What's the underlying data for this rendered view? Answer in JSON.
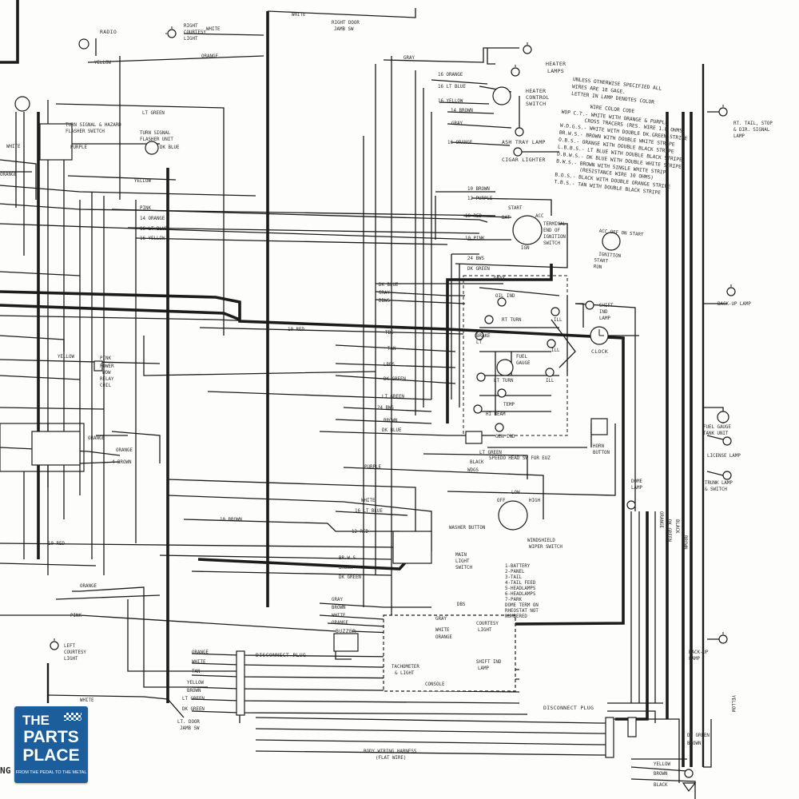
{
  "logo": {
    "word_1": "THE",
    "word_2": "PARTS",
    "word_3": "PLACE",
    "tagline": "FROM THE PEDAL TO THE METAL"
  },
  "legend": {
    "note": [
      "UNLESS OTHERWISE SPECIFIED ALL",
      "WIRES ARE 18 GAGE.",
      "LETTER IN LAMP DENOTES COLOR"
    ],
    "heading": "WIRE COLOR CODE",
    "codes": [
      "WOP C.T.- WHITE WITH ORANGE & PURPLE",
      "CROSS TRACERS (RES. WIRE 1.8 OHMS)",
      "W.D.G.S.- WHITE WITH DOUBLE DK.GREEN STRIPE",
      "BR.W.S.- BROWN WITH DOUBLE WHITE STRIPE",
      "O.B.S.- ORANGE WITH DOUBLE BLACK STRIPE",
      "L.B.B.S.- LT BLUE WITH DOUBLE BLACK STRIPE",
      "D.B.W.S.- DK BLUE WITH DOUBLE WHITE STRIPE",
      "B.W.S.- BROWN WITH SINGLE WHITE STRIPE",
      "(RESISTANCE WIRE 10 OHMS)",
      "B.O.S.- BLACK WITH DOUBLE ORANGE STRIPE",
      "T.B.S.- TAN WITH DOUBLE BLACK STRIPE"
    ]
  },
  "ignition_legend": [
    "ACC OFF ON START",
    "IGNITION",
    "START",
    "RUN"
  ],
  "components": {
    "radio": "RADIO",
    "right_courtesy": [
      "RIGHT",
      "COURTESY",
      "LIGHT"
    ],
    "right_door": [
      "RIGHT DOOR",
      "JAMB SW"
    ],
    "heater_lamps": [
      "HEATER",
      "LAMPS"
    ],
    "heater_switch": [
      "HEATER",
      "CONTROL",
      "SWITCH"
    ],
    "ash_tray": "ASH TRAY LAMP",
    "cigar": "CIGAR LIGHTER",
    "flasher_switch": [
      "TURN SIGNAL & HAZARD",
      "FLASHER SWITCH"
    ],
    "flasher_unit": [
      "TURN SIGNAL",
      "FLASHER UNIT"
    ],
    "ignition_switch": [
      "TERMINAL",
      "END OF",
      "IGNITION",
      "SWITCH"
    ],
    "ign_terms": [
      "START",
      "BAT",
      "ACC",
      "IGN"
    ],
    "rt_tail": [
      "RT. TAIL, STOP",
      "& DIR. SIGNAL",
      "LAMP"
    ],
    "backup_lamp": "BACK-UP LAMP",
    "backup_lamp_2": [
      "BACK-UP",
      "LAMP"
    ],
    "oil_ind": "OIL IND",
    "rt_turn": "RT TURN",
    "brake_lt": [
      "BRAKE",
      "LT"
    ],
    "fuel_gauge": [
      "FUEL",
      "GAUGE"
    ],
    "lt_turn": "LT TURN",
    "temp": "TEMP",
    "hi_beam": "HI BEAM",
    "gen_ind": "GEN IND",
    "ill": "ILL",
    "shift_ind": [
      "SHIFT",
      "IND",
      "LAMP"
    ],
    "clock": "CLOCK",
    "horn_button": [
      "HORN",
      "BUTTON"
    ],
    "fuel_tank": [
      "FUEL GAUGE",
      "TANK UNIT"
    ],
    "license_lamp": "LICENSE LAMP",
    "trunk_lamp": [
      "TRUNK LAMP",
      "& SWITCH"
    ],
    "dome_lamp": [
      "DOME",
      "LAMP"
    ],
    "speedo": "SPEEDO HEAD SW FOR EUZ",
    "washer": "WASHER BUTTON",
    "wiper": [
      "WINDSHIELD",
      "WIPER SWITCH"
    ],
    "wiper_pos": [
      "OFF",
      "LOW",
      "HIGH"
    ],
    "main_light": [
      "MAIN",
      "LIGHT",
      "SWITCH"
    ],
    "light_terms": [
      "1-BATTERY",
      "2-PANEL",
      "3-TAIL",
      "4-TAIL FEED",
      "5-HEADLAMPS",
      "6-HEADLAMPS",
      "7-PARK",
      "DOME TERM ON",
      "RHEOSTAT NOT",
      "NUMBERED"
    ],
    "buzzer": "BUZZER",
    "courtesy_light": [
      "COURTESY",
      "LIGHT"
    ],
    "shift_ind_console": [
      "SHIFT IND",
      "LAMP"
    ],
    "tachometer": [
      "TACHOMETER",
      "& LIGHT"
    ],
    "console": "CONSOLE",
    "left_courtesy": [
      "LEFT",
      "COURTESY",
      "LIGHT"
    ],
    "lt_door": [
      "LT. DOOR",
      "JAMB SW"
    ],
    "disconnect_1": "DISCONNECT PLUG",
    "disconnect_2": "DISCONNECT PLUG",
    "body_harness": [
      "BODY WIRING HARNESS",
      "(FLAT WIRE)"
    ],
    "power_relay": [
      "PINK",
      "POWER",
      "WOW",
      "RELAY",
      "COIL"
    ]
  },
  "wire_labels": {
    "top": [
      "WHITE",
      "ORANGE",
      "YELLOW",
      "GRAY",
      "WHITE"
    ],
    "upper_left": [
      "LT GREEN",
      "PURPLE",
      "DK BLUE",
      "YELLOW",
      "ORANGE",
      "WHITE"
    ],
    "heater": [
      "16 ORANGE",
      "16 LT BLUE",
      "16 YELLOW",
      "14 BROWN",
      "GRAY",
      "16 ORANGE"
    ],
    "ignition": [
      "10 BROWN",
      "12 PURPLE",
      "10 RED",
      "10 PINK"
    ],
    "center_bus": [
      "PINK",
      "14 ORANGE",
      "16 LT BLUE",
      "16 YELLOW"
    ],
    "dash": [
      "24 BWS",
      "DK GREEN",
      "GRAY",
      "DK BLUE",
      "GRAY",
      "DBWS",
      "10 RED",
      "TBS",
      "TAN",
      "LBBS",
      "DK GREEN",
      "LT GREEN",
      "24 BWS",
      "BROWN",
      "DK BLUE"
    ],
    "lower_mid": [
      "PURPLE",
      "BLACK",
      "WDGS",
      "LT GREEN",
      "WHITE",
      "16 LT BLUE",
      "12 RED",
      "BR.W.S.",
      "BROWN",
      "DK GREEN",
      "10 BROWN",
      "ORANGE",
      "4 BROWN",
      "10 RED",
      "YELLOW",
      "ORANGE"
    ],
    "bottom": [
      "ORANGE",
      "PINK",
      "GRAY",
      "BROWN",
      "WHITE",
      "ORANGE",
      "DBS",
      "GRAY",
      "WHITE",
      "ORANGE",
      "ORANGE",
      "WHITE",
      "TAN",
      "YELLOW",
      "BROWN",
      "LT GREEN",
      "DK GREEN",
      "WHITE"
    ],
    "rear": [
      "YELLOW",
      "BROWN",
      "BLACK",
      "DK GREEN",
      "BROWN"
    ],
    "vertical": [
      "ORANGE",
      "DK GREEN",
      "BLACK",
      "BROWN",
      "YELLOW"
    ],
    "edge_fragment": "NG"
  }
}
